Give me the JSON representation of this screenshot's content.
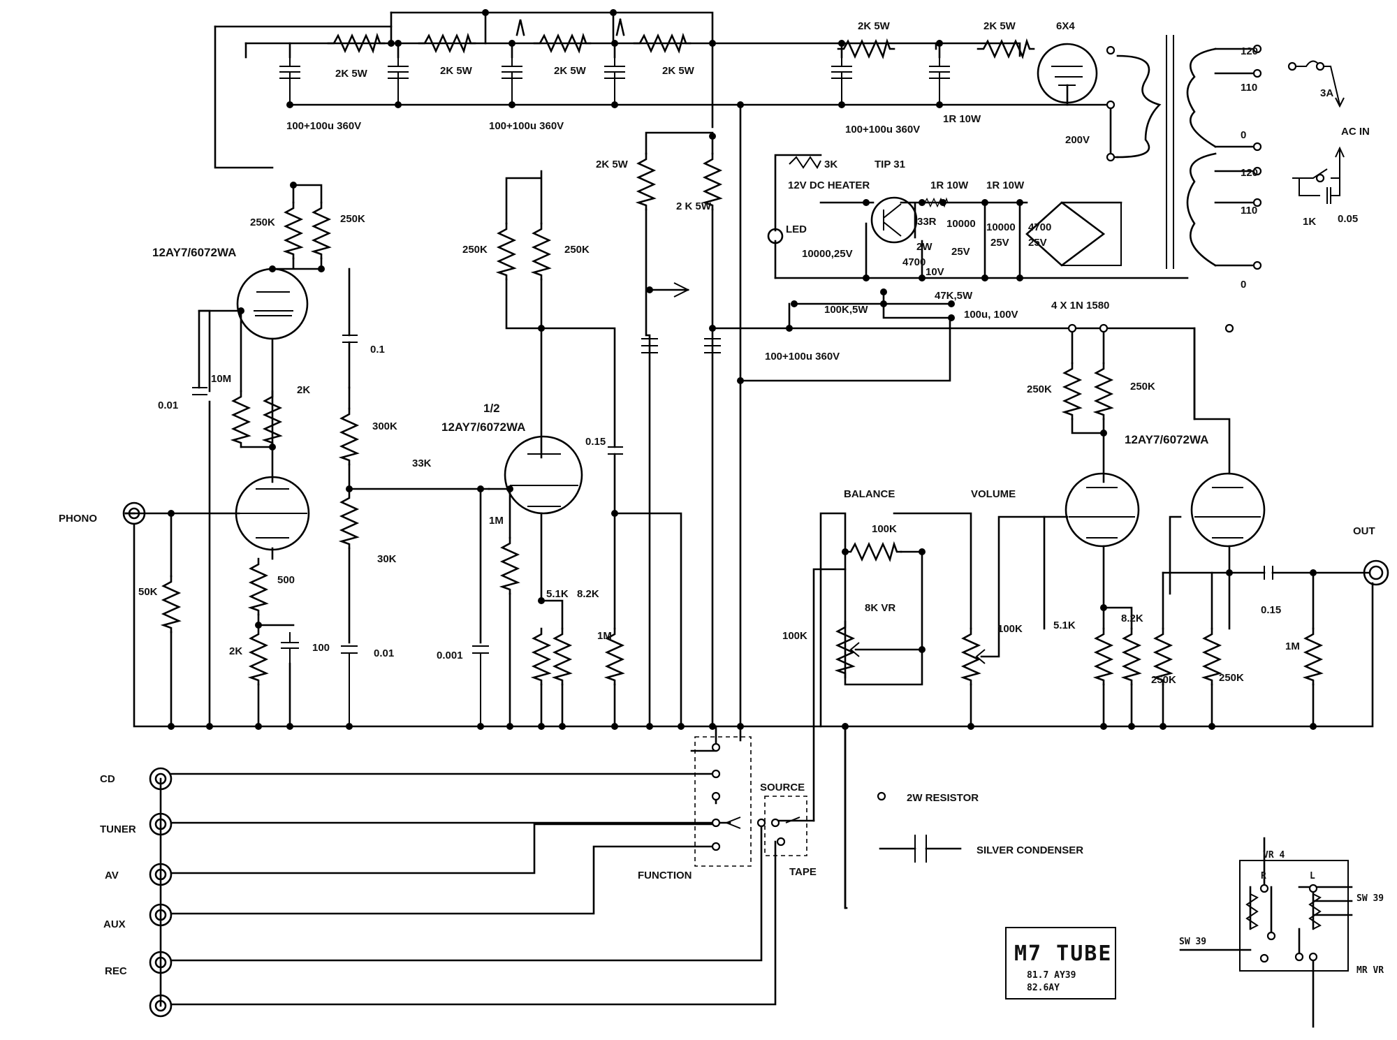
{
  "diagram": {
    "title_stamp": {
      "title": "M7 TUBE",
      "line1": "81.7 AY39",
      "line2": "82.6AY"
    },
    "power": {
      "filter_caps_1": "100+100u 360V",
      "filter_caps_2": "100+100u 360V",
      "filter_caps_3": "100+100u 360V",
      "filter_caps_4": "100+100u 360V",
      "r_2k5w": "2K 5W",
      "r_2k5w_vertical": "2 K 5W",
      "rectifier_tube": "6X4",
      "r_1r10w": "1R 10W",
      "winding_200v": "200V",
      "tap_120": "120",
      "tap_110": "110",
      "tap_0": "0",
      "fuse": "3A",
      "ac_in": "AC IN",
      "snubber_r": "1K",
      "snubber_c": "0.05"
    },
    "heater": {
      "label": "12V DC HEATER",
      "r_3k": "3K",
      "transistor": "TIP 31",
      "led": "LED",
      "c_10000_25v": "10000,25V",
      "r_33r": "33R",
      "r_33r_2w": "2W",
      "c_4700_10v_a": "4700",
      "c_4700_10v_b": "10V",
      "r_1r10w": "1R 10W",
      "c_10000_a": "10000",
      "c_10000_b": "25V",
      "c_10000_c": "10000",
      "c_10000_d": "25V",
      "c_4700_a": "4700",
      "c_4700_b": "25V",
      "diodes": "4 X 1N 1580",
      "r_100k5w": "100K,5W",
      "r_47k5w": "47K,5W",
      "c_100u": "100u, 100V"
    },
    "phono_stage": {
      "tube": "12AY7/6072WA",
      "input": "PHONO",
      "r_250k_a": "250K",
      "r_250k_b": "250K",
      "r_10m": "10M",
      "r_2k": "2K",
      "c_001": "0.01",
      "c_01": "0.1",
      "r_300k": "300K",
      "r_33k": "33K",
      "r_30k": "30K",
      "c_001b": "0.01",
      "r_50k": "50K",
      "r_500": "500",
      "r_2k_b": "2K",
      "c_100": "100"
    },
    "second_stage": {
      "half": "1/2",
      "tube": "12AY7/6072WA",
      "r_250k_a": "250K",
      "r_250k_b": "250K",
      "r_1m": "1M",
      "c_0001": "0.001",
      "r_5_1k": "5.1K",
      "r_8_2k": "8.2K",
      "c_015": "0.15",
      "r_1m_b": "1M",
      "r_2k5w": "2K 5W"
    },
    "line_stage": {
      "tube": "12AY7/6072WA",
      "balance": "BALANCE",
      "volume": "VOLUME",
      "r_100k_bal": "100K",
      "vr_bal": "100K",
      "vr_vol": "100K",
      "vr_mark": "8K VR",
      "r_250k_a": "250K",
      "r_250k_b": "250K",
      "r_5_1k": "5.1K",
      "r_8_2k": "8.2K",
      "r_250k_c": "250K",
      "r_250k_d": "250K",
      "c_015": "0.15",
      "r_1m": "1M",
      "output": "OUT"
    },
    "inputs": [
      "CD",
      "TUNER",
      "AV",
      "AUX",
      "REC"
    ],
    "switches": {
      "function": "FUNCTION",
      "source": "SOURCE",
      "tape": "TAPE"
    },
    "legend": {
      "resistor_2w": "2W RESISTOR",
      "silver_condenser": "SILVER CONDENSER"
    },
    "inset": {
      "vr": "VR 4",
      "l": "L",
      "r": "R",
      "sw_top": "SW 39",
      "sw_left": "SW 39",
      "sw_bottom": "MR VR"
    }
  }
}
